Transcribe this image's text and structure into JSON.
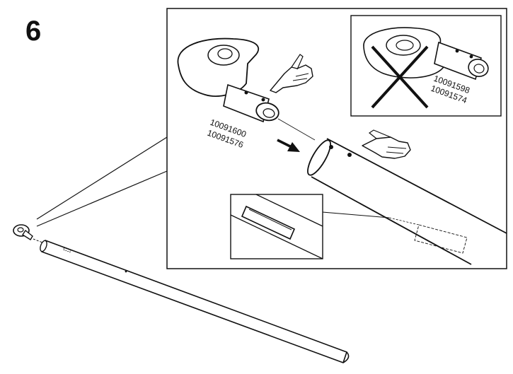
{
  "step": {
    "number": "6"
  },
  "parts": {
    "correct_part_codes": [
      "10091600",
      "10091576"
    ],
    "wrong_part_codes": [
      "10091598",
      "10091574"
    ]
  },
  "icons": {
    "pointing_hand_1": "pointing-hand-icon",
    "pointing_hand_2": "pointing-hand-icon",
    "wrong_mark": "cross-mark-icon",
    "insert_arrow": "arrow-icon"
  }
}
